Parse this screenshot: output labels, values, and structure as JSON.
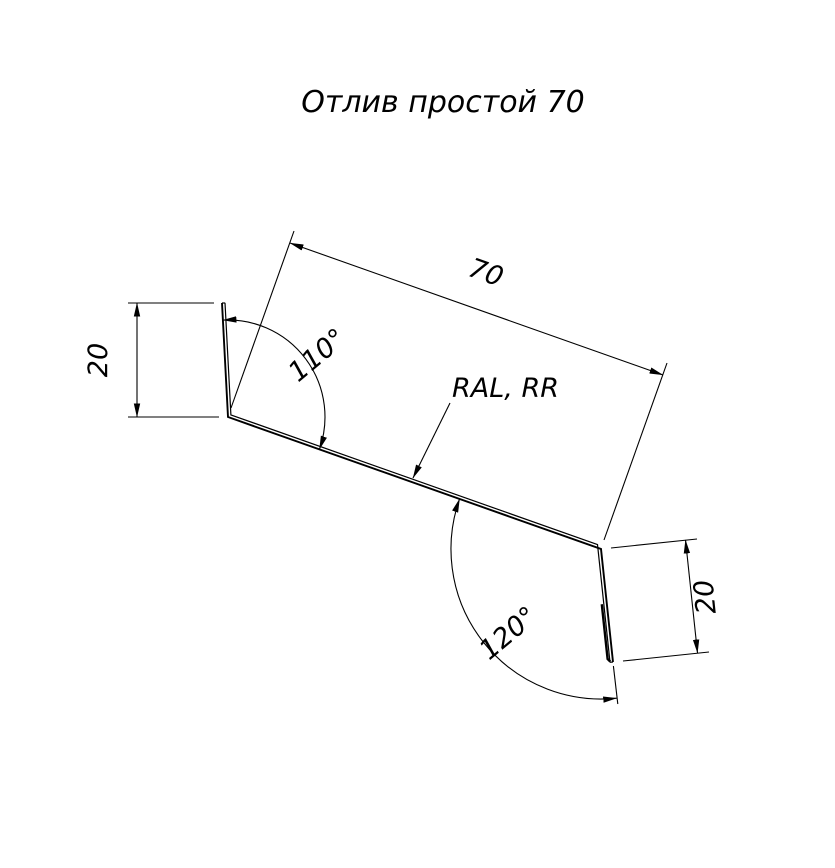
{
  "title": "Отлив простой 70",
  "labels": {
    "left_flange_mm": "20",
    "slope_length_mm": "70",
    "right_flange_mm": "20",
    "top_angle": "110°",
    "bottom_angle": "120°",
    "coating": "RAL, RR"
  },
  "colors": {
    "line": "#000000",
    "background": "#ffffff"
  }
}
